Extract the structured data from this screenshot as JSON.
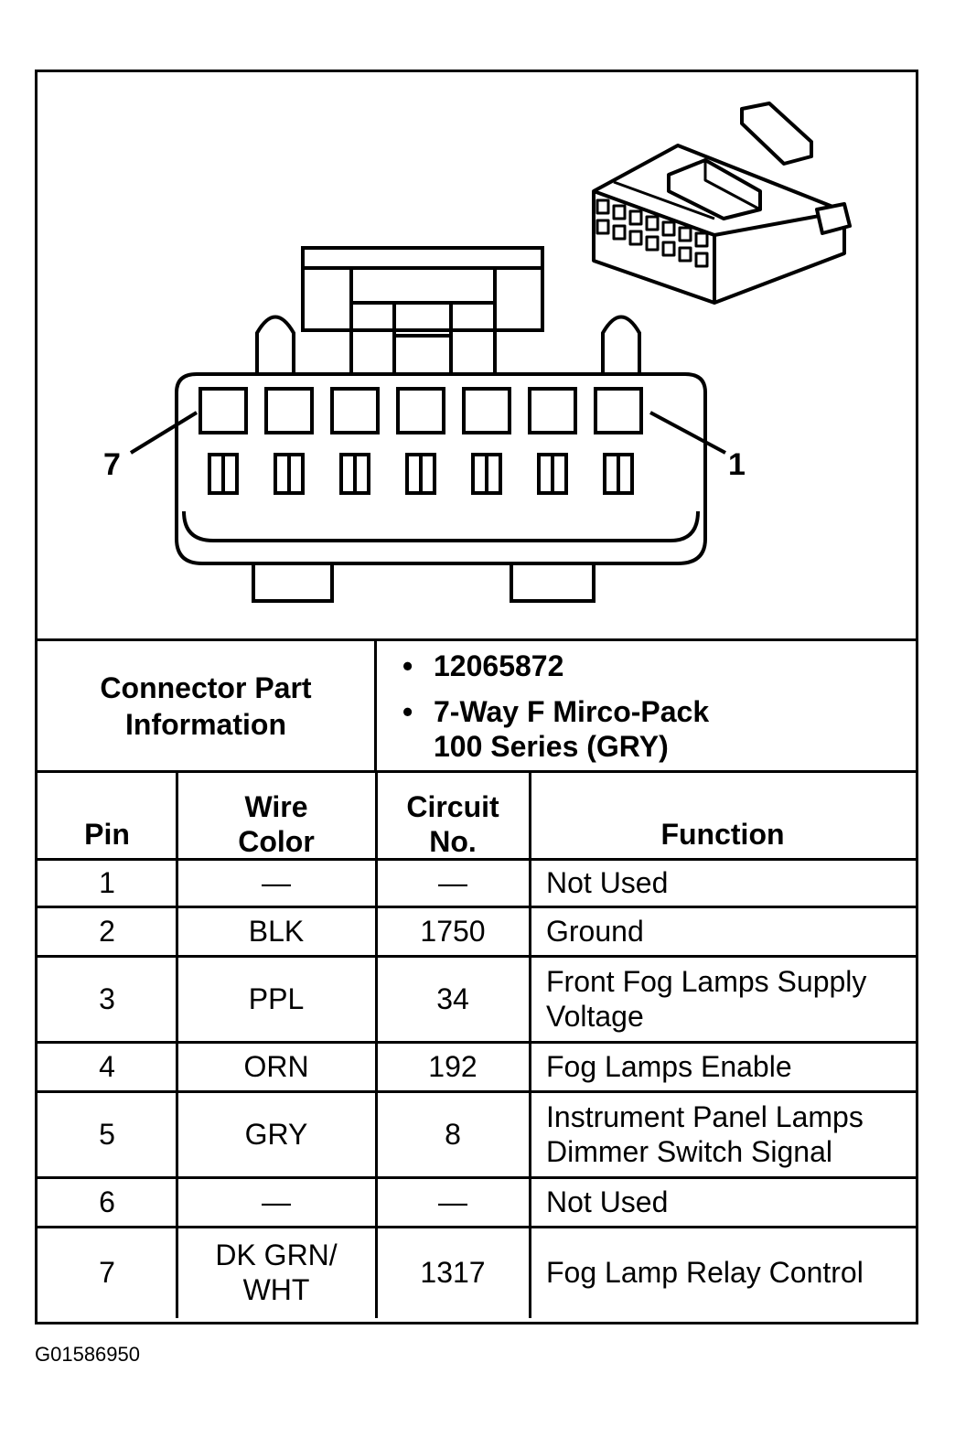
{
  "diagram": {
    "pin_labels": {
      "left": "7",
      "right": "1"
    }
  },
  "info": {
    "label": "Connector Part Information",
    "items": [
      "12065872",
      "7-Way F Mirco-Pack 100 Series (GRY)"
    ],
    "item1": "12065872",
    "item2_line1": "7-Way F Mirco-Pack",
    "item2_line2": "100 Series (GRY)"
  },
  "table": {
    "headers": {
      "pin": "Pin",
      "wire_color": "Wire Color",
      "circuit_no": "Circuit No.",
      "function": "Function"
    },
    "rows": [
      {
        "pin": "1",
        "wire": "—",
        "circuit": "—",
        "function": "Not Used"
      },
      {
        "pin": "2",
        "wire": "BLK",
        "circuit": "1750",
        "function": "Ground"
      },
      {
        "pin": "3",
        "wire": "PPL",
        "circuit": "34",
        "function": "Front Fog Lamps Supply Voltage"
      },
      {
        "pin": "4",
        "wire": "ORN",
        "circuit": "192",
        "function": "Fog Lamps Enable"
      },
      {
        "pin": "5",
        "wire": "GRY",
        "circuit": "8",
        "function": "Instrument Panel Lamps Dimmer Switch Signal"
      },
      {
        "pin": "6",
        "wire": "—",
        "circuit": "—",
        "function": "Not Used"
      },
      {
        "pin": "7",
        "wire": "DK GRN/ WHT",
        "circuit": "1317",
        "function": "Fog Lamp Relay Control"
      }
    ]
  },
  "figure_id": "G01586950"
}
